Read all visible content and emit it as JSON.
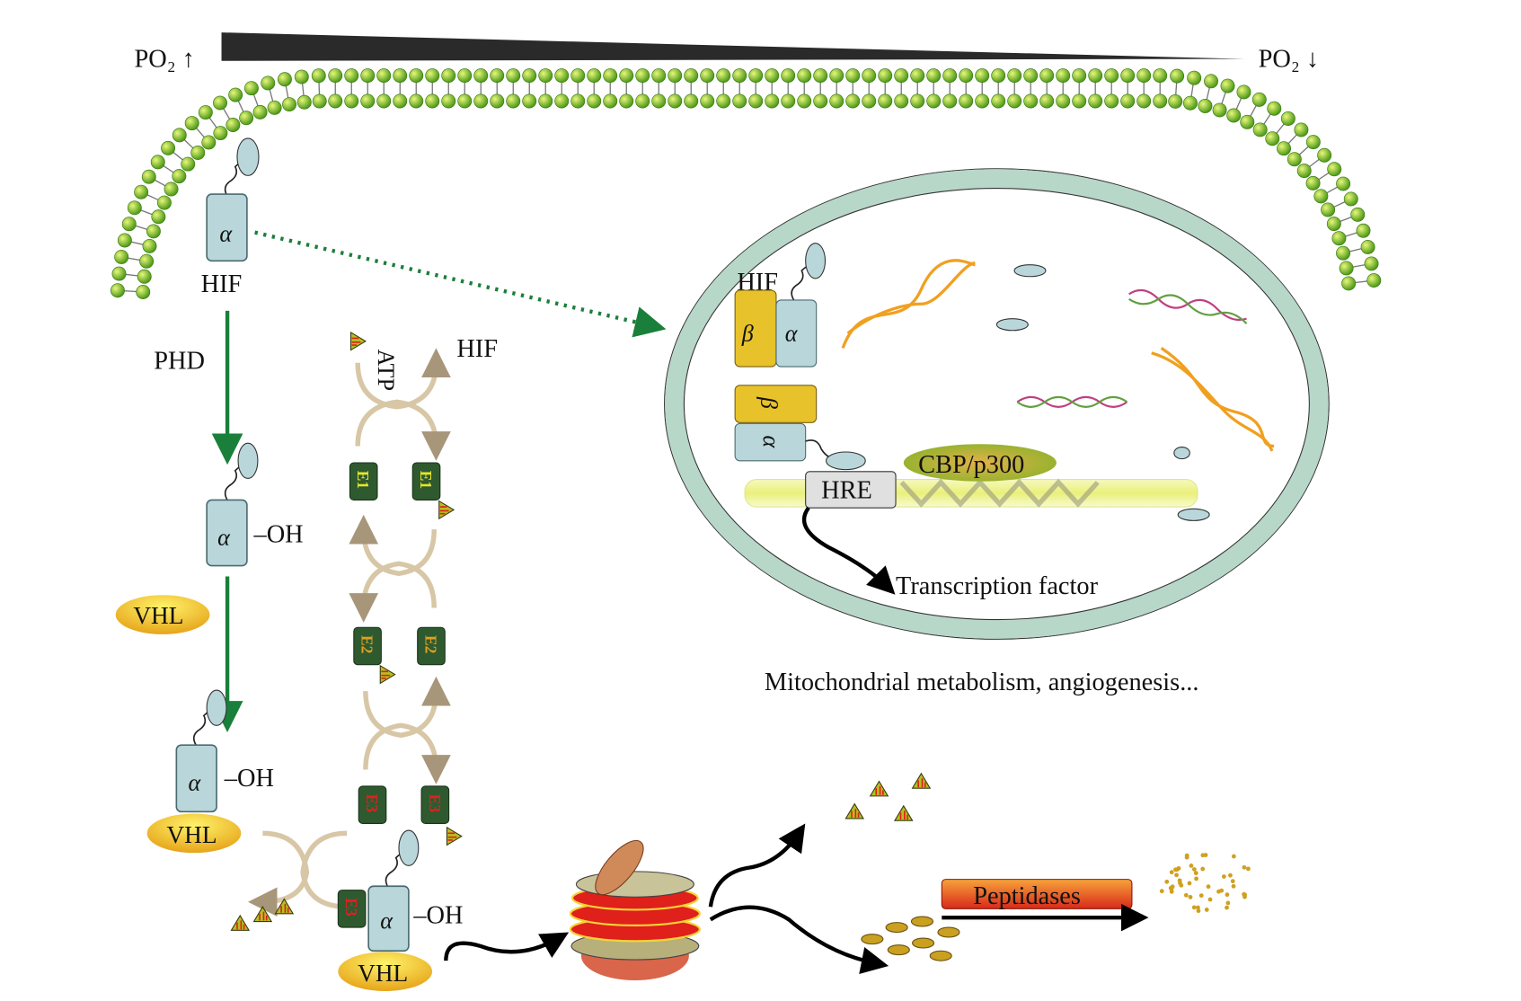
{
  "labels": {
    "po2_high": "PO₂ ↑",
    "po2_low": "PO₂ ↓",
    "hif_membrane": "HIF",
    "alpha": "α",
    "beta": "β",
    "phd": "PHD",
    "oh": "–OH",
    "vhl": "VHL",
    "atp": "ATP",
    "hif_cycle": "HIF",
    "e1": "E1",
    "e2": "E2",
    "e3": "E3",
    "hif_nucleus": "HIF",
    "cbp": "CBP/p300",
    "hre": "HRE",
    "transcription": "Transcription factor",
    "outcome": "Mitochondrial metabolism, angiogenesis...",
    "peptidases": "Peptidases"
  },
  "colors": {
    "membrane_head": "#8dc63f",
    "hif_alpha": "#b9d7da",
    "hif_beta": "#e8c22a",
    "vhl": "#f2d21b",
    "nucleus_envelope": "#b7d7c9",
    "pathway_arrow": "#1a7f3a",
    "enzyme_box": "#2f5a2f",
    "peptidases": "#e24a1f"
  }
}
